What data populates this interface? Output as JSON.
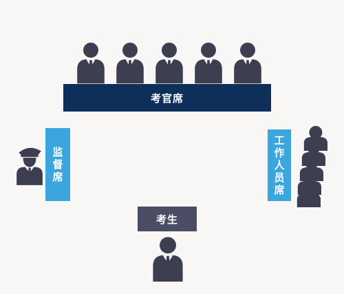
{
  "examiner_desk": {
    "label": "考官席",
    "color": "#0e2f5a",
    "examiner_count": 5
  },
  "supervisor_desk": {
    "chars": [
      "监",
      "督",
      "席"
    ],
    "color": "#3aa6dd"
  },
  "staff_desk": {
    "chars": [
      "工",
      "作",
      "人",
      "员",
      "席"
    ],
    "color": "#3aa6dd"
  },
  "candidate_desk": {
    "label": "考生",
    "color": "#4a4d63"
  },
  "colors": {
    "figure": "#3d3f51",
    "shirt": "#ffffff",
    "background": "#f8f7f5"
  }
}
